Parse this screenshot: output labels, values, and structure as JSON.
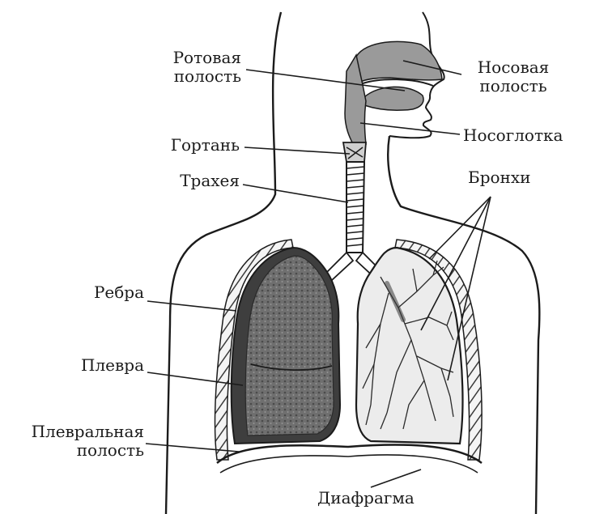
{
  "diagram": {
    "labels": {
      "oral_cavity": [
        "Ротовая",
        "полость"
      ],
      "nasal_cavity": [
        "Носовая",
        "полость"
      ],
      "nasopharynx": "Носоглотка",
      "larynx": "Гортань",
      "trachea": "Трахея",
      "bronchi": "Бронхи",
      "ribs": "Ребра",
      "pleura": "Плевра",
      "pleural_cavity": [
        "Плевральная",
        "полость"
      ],
      "diaphragm": "Диафрагма"
    }
  },
  "colors": {
    "ink": "#1b1b1b",
    "lung_dark": "#6d6d6d",
    "lung_light": "#e9e9e9",
    "airway": "#9a9a9a"
  }
}
